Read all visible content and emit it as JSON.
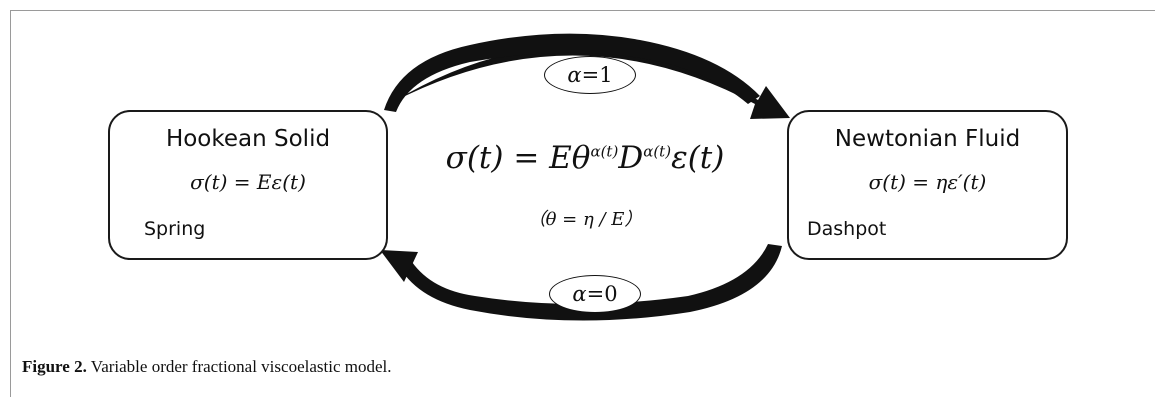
{
  "diagram": {
    "left_box": {
      "title": "Hookean Solid",
      "equation": "σ(t) = Eε(t)",
      "element_label": "Spring"
    },
    "right_box": {
      "title": "Newtonian Fluid",
      "equation": "σ(t) = ηε′(t)",
      "element_label": "Dashpot"
    },
    "center": {
      "equation_main": "σ(t) = Eθ",
      "equation_sup1": "α(t)",
      "equation_mid": "D",
      "equation_sup2": "α(t)",
      "equation_tail": "ε(t)",
      "relation": "（θ = η / E）"
    },
    "top_condition": {
      "var": "α",
      "value": "=1"
    },
    "bottom_condition": {
      "var": "α",
      "value": "=0"
    }
  },
  "caption": {
    "label": "Figure 2.",
    "text": " Variable order fractional viscoelastic model."
  },
  "colors": {
    "stroke": "#111111",
    "frame": "#9a9a9a"
  }
}
